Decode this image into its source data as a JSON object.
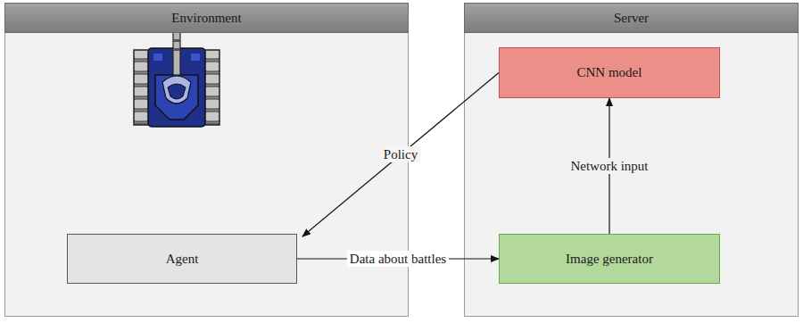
{
  "diagram": {
    "nodes": [
      {
        "text": [
          "Environment"
        ]
      },
      {
        "text": [
          "Agent"
        ],
        "in": 0
      },
      {
        "text": [
          "Server"
        ]
      },
      {
        "text": [
          "CNN model"
        ],
        "in": 2
      },
      {
        "text": [
          "Image generator"
        ],
        "in": 2
      }
    ],
    "edges": [
      {
        "from": 3,
        "to": 1,
        "arrow": "to",
        "label": "Policy"
      },
      {
        "from": 1,
        "to": 4,
        "arrow": "to",
        "label": "Data about battles"
      },
      {
        "from": 4,
        "to": 3,
        "arrow": "to",
        "label": "Network input"
      }
    ]
  }
}
